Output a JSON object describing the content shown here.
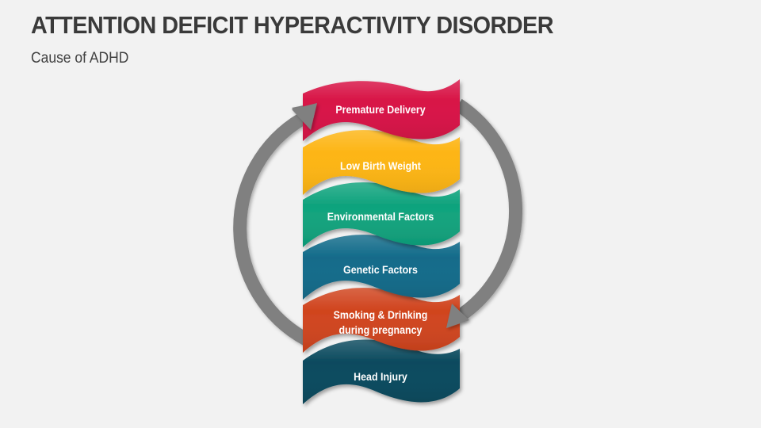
{
  "header": {
    "title": "ATTENTION DEFICIT HYPERACTIVITY DISORDER",
    "subtitle": "Cause of ADHD"
  },
  "diagram": {
    "type": "stacked-wave-ribbon-cycle",
    "arrows": [
      {
        "name": "left-cycle-arrow",
        "direction": "upward",
        "color": "#808080"
      },
      {
        "name": "right-cycle-arrow",
        "direction": "downward",
        "color": "#808080"
      }
    ],
    "causes": [
      {
        "label": "Premature Delivery",
        "color": "#d81446"
      },
      {
        "label": "Low Birth Weight",
        "color": "#fdb515"
      },
      {
        "label": "Environmental Factors",
        "color": "#0fa37d"
      },
      {
        "label": "Genetic Factors",
        "color": "#126b8a"
      },
      {
        "label": "Smoking & Drinking during pregnancy",
        "line1": "Smoking & Drinking",
        "line2": "during pregnancy",
        "color": "#d0441e"
      },
      {
        "label": "Head Injury",
        "color": "#0b4a5e"
      }
    ]
  }
}
